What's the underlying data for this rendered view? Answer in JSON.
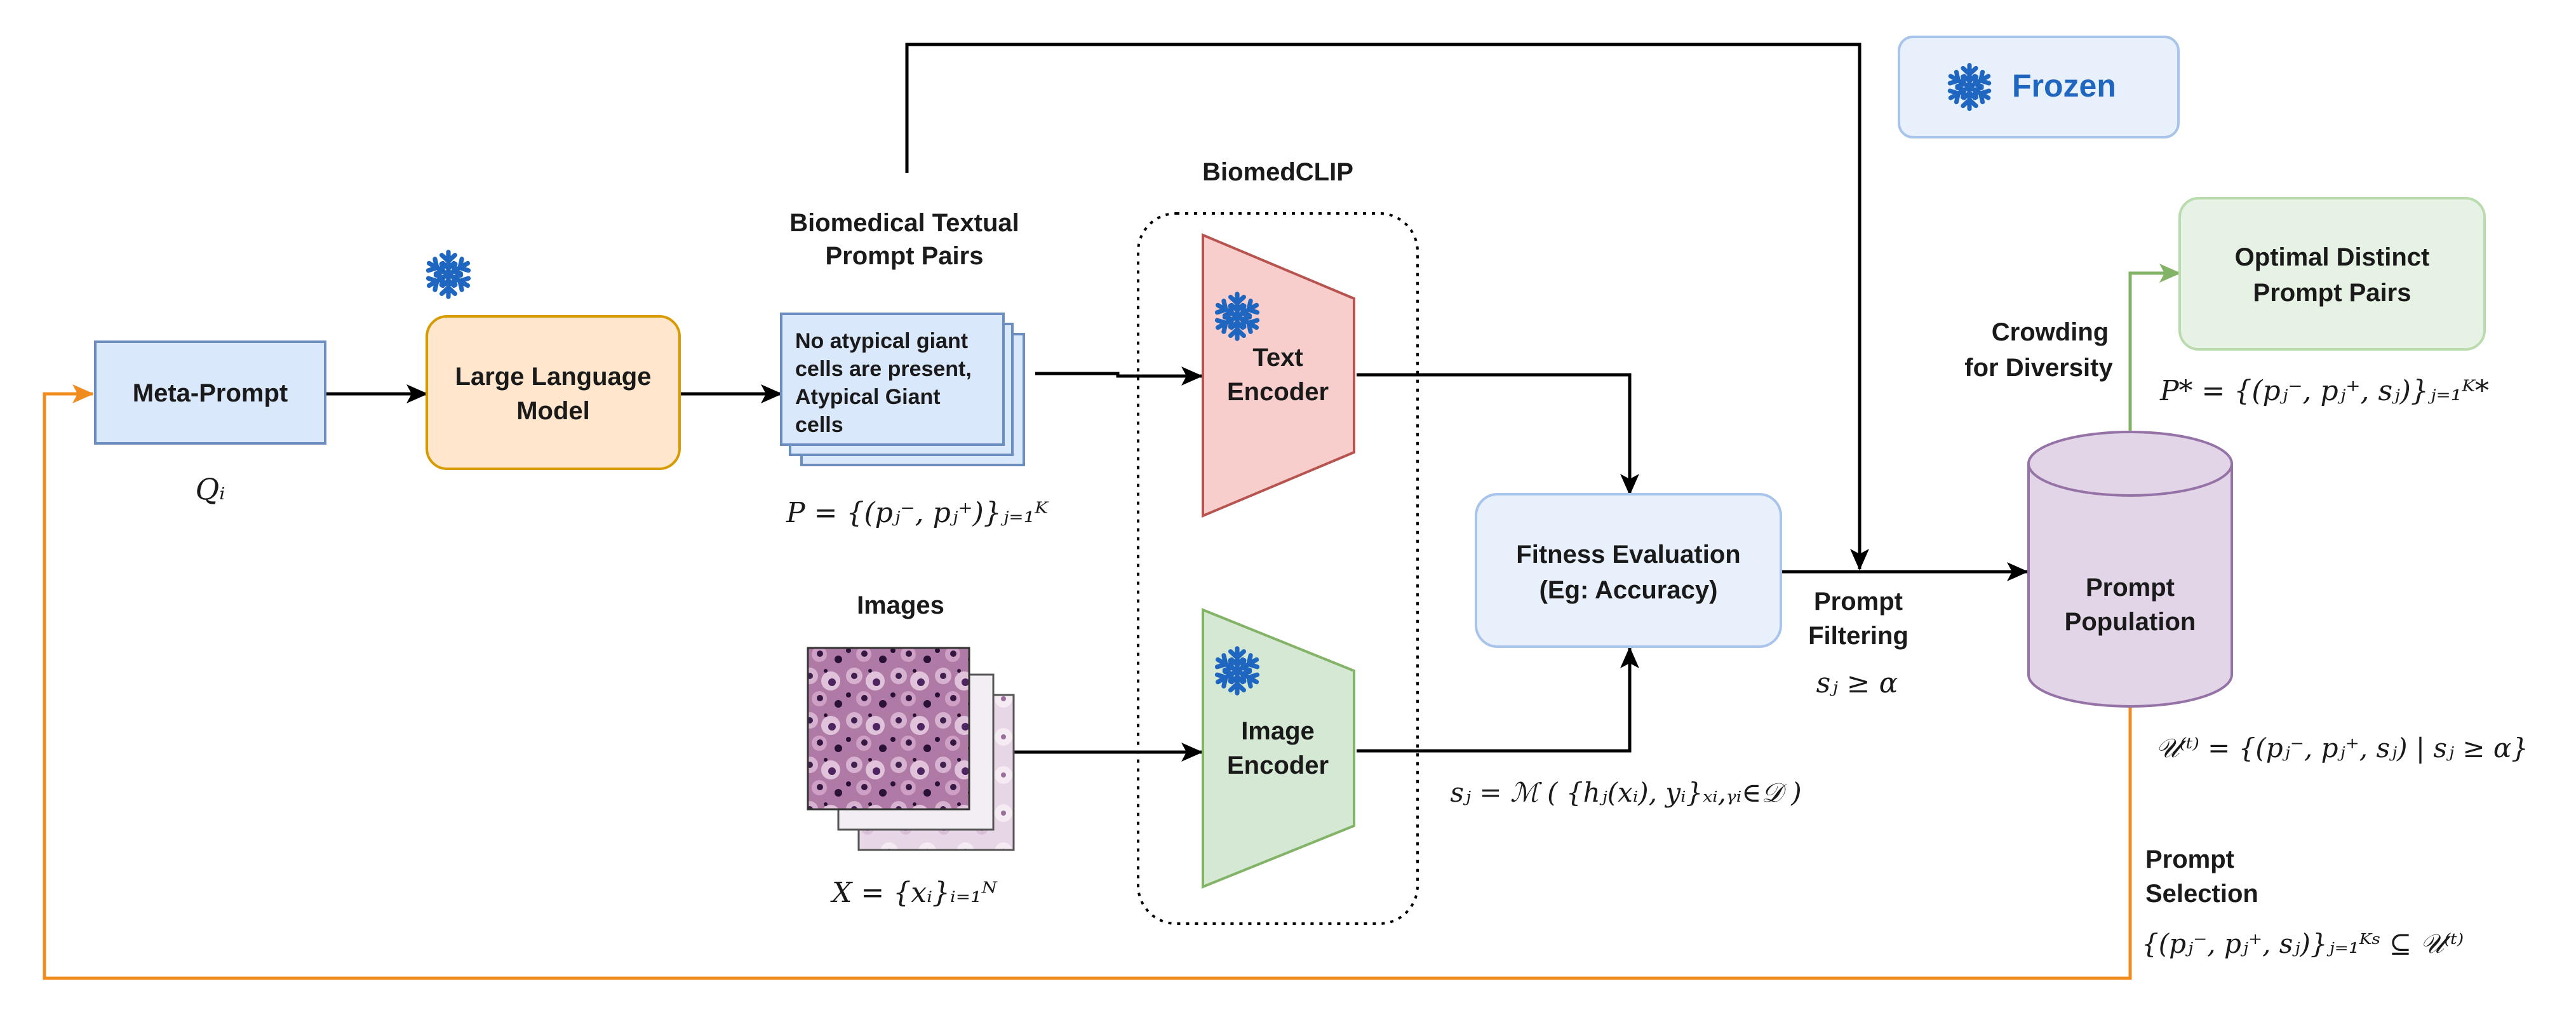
{
  "legend": {
    "frozen_label": "Frozen",
    "icon": "snowflake-icon"
  },
  "nodes": {
    "meta_prompt": {
      "label": "Meta-Prompt",
      "math": "Qᵢ"
    },
    "llm": {
      "label_line1": "Large Language",
      "label_line2": "Model"
    },
    "prompt_pairs": {
      "title_line1": "Biomedical Textual",
      "title_line2": "Prompt Pairs",
      "text_line1": "No atypical giant",
      "text_line2": "cells are present,",
      "text_line3": "Atypical Giant",
      "text_line4": "cells",
      "math": "P = {(pⱼ⁻, pⱼ⁺)}ⱼ₌₁ᴷ"
    },
    "images": {
      "title": "Images",
      "math": "X = {xᵢ}ᵢ₌₁ᴺ"
    },
    "biomedclip": {
      "title": "BiomedCLIP"
    },
    "text_encoder": {
      "label_line1": "Text",
      "label_line2": "Encoder"
    },
    "image_encoder": {
      "label_line1": "Image",
      "label_line2": "Encoder"
    },
    "fitness": {
      "label_line1": "Fitness Evaluation",
      "label_line2": "(Eg: Accuracy)",
      "math": "sⱼ = ℳ ( {hⱼ(xᵢ), yᵢ}ₓᵢ,ᵧᵢ∈𝒟 )"
    },
    "filtering": {
      "label_line1": "Prompt",
      "label_line2": "Filtering",
      "math": "sⱼ ≥ α"
    },
    "population": {
      "label_line1": "Prompt",
      "label_line2": "Population",
      "math": "𝒰⁽ᵗ⁾ = {(pⱼ⁻, pⱼ⁺, sⱼ) | sⱼ ≥ α}"
    },
    "crowding": {
      "label_line1": "Crowding",
      "label_line2": "for Diversity"
    },
    "optimal": {
      "label_line1": "Optimal Distinct",
      "label_line2": "Prompt Pairs",
      "math": "P* = {(pⱼ⁻, pⱼ⁺, sⱼ)}ⱼ₌₁ᴷ*"
    },
    "selection": {
      "label_line1": "Prompt",
      "label_line2": "Selection",
      "math": "{(pⱼ⁻, pⱼ⁺, sⱼ)}ⱼ₌₁ᴷˢ ⊆ 𝒰⁽ᵗ⁾"
    }
  },
  "colors": {
    "meta_fill": "#dae8fc",
    "meta_stroke": "#6c8ebf",
    "llm_fill": "#ffe6cc",
    "llm_stroke": "#d79b00",
    "text_enc_fill": "#f8cecc",
    "text_enc_stroke": "#b85450",
    "img_enc_fill": "#d5e8d4",
    "img_enc_stroke": "#82b366",
    "fitness_fill": "#e8f0fb",
    "fitness_stroke": "#a9c4eb",
    "pop_fill": "#e1d5e7",
    "pop_stroke": "#9673a6",
    "optimal_fill": "#e6f2e3",
    "optimal_stroke": "#b9dbae",
    "frozen_fill": "#e8f0fb",
    "frozen_stroke": "#a9c4eb",
    "frozen_text": "#1f66c1",
    "feedback_arrow": "#f08c1e",
    "green_arrow": "#82b366"
  }
}
